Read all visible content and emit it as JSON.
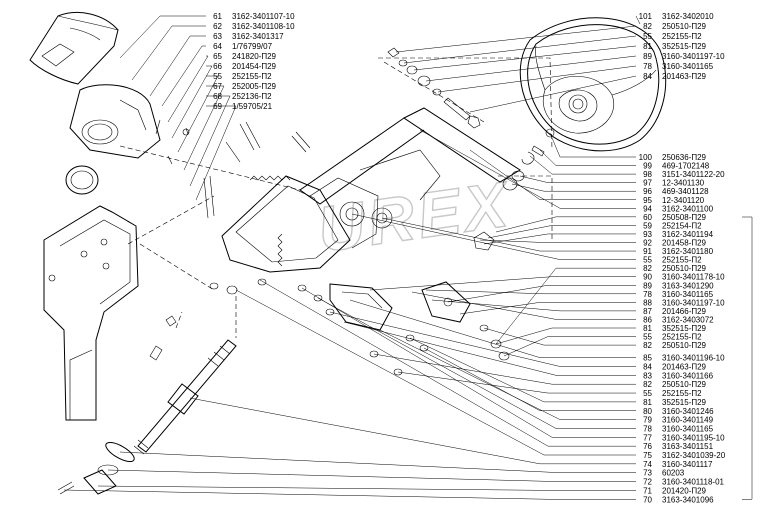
{
  "watermark": "UREX",
  "left_callouts": [
    {
      "num": "61",
      "part": "3162-3401107-10"
    },
    {
      "num": "62",
      "part": "3162-3401108-10"
    },
    {
      "num": "63",
      "part": "3162-3401317"
    },
    {
      "num": "64",
      "part": "1/76799/07"
    },
    {
      "num": "65",
      "part": "241820-П29"
    },
    {
      "num": "66",
      "part": "201454-П29"
    },
    {
      "num": "55",
      "part": "252155-П2"
    },
    {
      "num": "67",
      "part": "252005-П29"
    },
    {
      "num": "68",
      "part": "252136-П2"
    },
    {
      "num": "69",
      "part": "1/59705/21"
    }
  ],
  "right_top_callouts": [
    {
      "num": "101",
      "part": "3162-3402010"
    },
    {
      "num": "82",
      "part": "250510-П29"
    },
    {
      "num": "55",
      "part": "252155-П2"
    },
    {
      "num": "81",
      "part": "352515-П29"
    },
    {
      "num": "89",
      "part": "3160-3401197-10"
    },
    {
      "num": "78",
      "part": "3160-3401165"
    },
    {
      "num": "84",
      "part": "201463-П29"
    }
  ],
  "right_callouts": [
    {
      "num": "100",
      "part": "250636-П29"
    },
    {
      "num": "99",
      "part": "469-1702148"
    },
    {
      "num": "98",
      "part": "3151-3401122-20"
    },
    {
      "num": "97",
      "part": "12-3401130"
    },
    {
      "num": "96",
      "part": "469-3401128"
    },
    {
      "num": "95",
      "part": "12-3401120"
    },
    {
      "num": "94",
      "part": "3162-3401100"
    },
    {
      "num": "60",
      "part": "250508-П29"
    },
    {
      "num": "59",
      "part": "252154-П2"
    },
    {
      "num": "93",
      "part": "3162-3401194"
    },
    {
      "num": "92",
      "part": "201458-П29"
    },
    {
      "num": "91",
      "part": "3162-3401180"
    },
    {
      "num": "55",
      "part": "252155-П2"
    },
    {
      "num": "82",
      "part": "250510-П29"
    },
    {
      "num": "90",
      "part": "3160-3401178-10"
    },
    {
      "num": "89",
      "part": "3163-3401290"
    },
    {
      "num": "78",
      "part": "3160-3401165"
    },
    {
      "num": "88",
      "part": "3160-3401197-10"
    },
    {
      "num": "87",
      "part": "201466-П29"
    },
    {
      "num": "86",
      "part": "3162-3403072"
    },
    {
      "num": "81",
      "part": "352515-П29"
    },
    {
      "num": "55",
      "part": "252155-П2"
    },
    {
      "num": "82",
      "part": "250510-П29"
    },
    {
      "num": "85",
      "part": "3160-3401196-10"
    },
    {
      "num": "84",
      "part": "201463-П29"
    },
    {
      "num": "83",
      "part": "3160-3401166"
    },
    {
      "num": "82",
      "part": "250510-П29"
    },
    {
      "num": "55",
      "part": "252155-П2"
    },
    {
      "num": "81",
      "part": "352515-П29"
    },
    {
      "num": "80",
      "part": "3160-3401246"
    },
    {
      "num": "79",
      "part": "3160-3401149"
    },
    {
      "num": "78",
      "part": "3160-3401165"
    },
    {
      "num": "77",
      "part": "3160-3401195-10"
    },
    {
      "num": "76",
      "part": "3163-3401151"
    },
    {
      "num": "75",
      "part": "3162-3401039-20"
    },
    {
      "num": "74",
      "part": "3160-3401117"
    },
    {
      "num": "73",
      "part": "60203"
    },
    {
      "num": "72",
      "part": "3160-3401118-01"
    },
    {
      "num": "71",
      "part": "201420-П29"
    },
    {
      "num": "70",
      "part": "3163-3401096"
    }
  ]
}
